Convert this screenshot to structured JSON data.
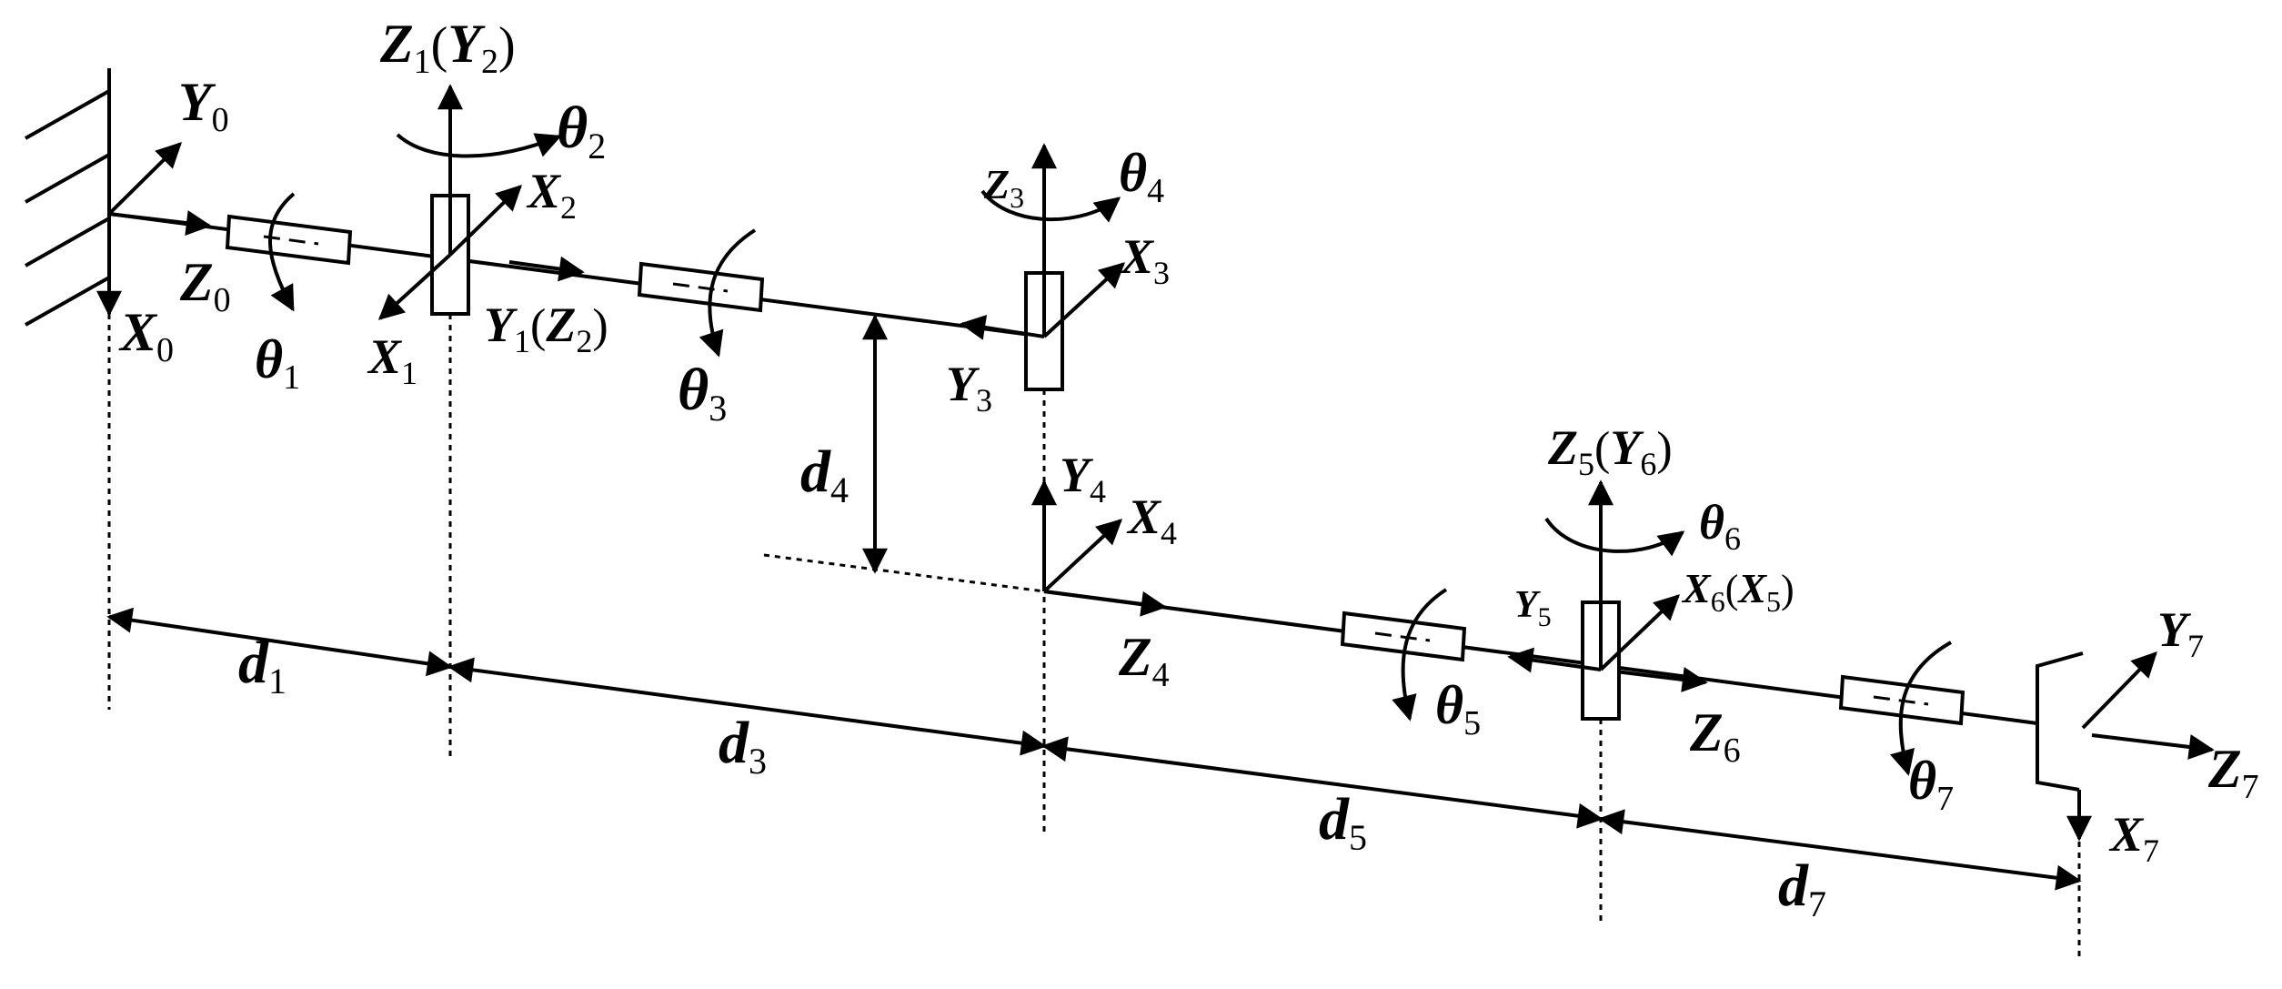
{
  "labels": {
    "y0": {
      "m": "Y",
      "s": "0"
    },
    "z0": {
      "m": "Z",
      "s": "0"
    },
    "x0": {
      "m": "X",
      "s": "0"
    },
    "th1": {
      "m": "θ",
      "s": "1"
    },
    "z1y2": {
      "m": "Z",
      "s": "1",
      "p1": "(",
      "m2": "Y",
      "s2": "2",
      "p2": ")"
    },
    "th2": {
      "m": "θ",
      "s": "2"
    },
    "x2": {
      "m": "X",
      "s": "2"
    },
    "x1": {
      "m": "X",
      "s": "1"
    },
    "y1z2": {
      "m": "Y",
      "s": "1",
      "p1": "(",
      "m2": "Z",
      "s2": "2",
      "p2": ")"
    },
    "th3": {
      "m": "θ",
      "s": "3"
    },
    "z3": {
      "m": "Z",
      "s": "3"
    },
    "th4": {
      "m": "θ",
      "s": "4"
    },
    "x3": {
      "m": "X",
      "s": "3"
    },
    "y3": {
      "m": "Y",
      "s": "3"
    },
    "d4": {
      "m": "d",
      "s": "4"
    },
    "y4": {
      "m": "Y",
      "s": "4"
    },
    "x4": {
      "m": "X",
      "s": "4"
    },
    "z4": {
      "m": "Z",
      "s": "4"
    },
    "d1": {
      "m": "d",
      "s": "1"
    },
    "d3": {
      "m": "d",
      "s": "3"
    },
    "z5y6": {
      "m": "Z",
      "s": "5",
      "p1": "(",
      "m2": "Y",
      "s2": "6",
      "p2": ")"
    },
    "th6": {
      "m": "θ",
      "s": "6"
    },
    "x6x5": {
      "m": "X",
      "s": "6",
      "p1": "(",
      "m2": "X",
      "s2": "5",
      "p2": ")"
    },
    "y5": {
      "m": "Y",
      "s": "5"
    },
    "th5": {
      "m": "θ",
      "s": "5"
    },
    "z6": {
      "m": "Z",
      "s": "6"
    },
    "d5": {
      "m": "d",
      "s": "5"
    },
    "y7": {
      "m": "Y",
      "s": "7"
    },
    "th7": {
      "m": "θ",
      "s": "7"
    },
    "z7": {
      "m": "Z",
      "s": "7"
    },
    "x7": {
      "m": "X",
      "s": "7"
    },
    "d7": {
      "m": "d",
      "s": "7"
    }
  }
}
